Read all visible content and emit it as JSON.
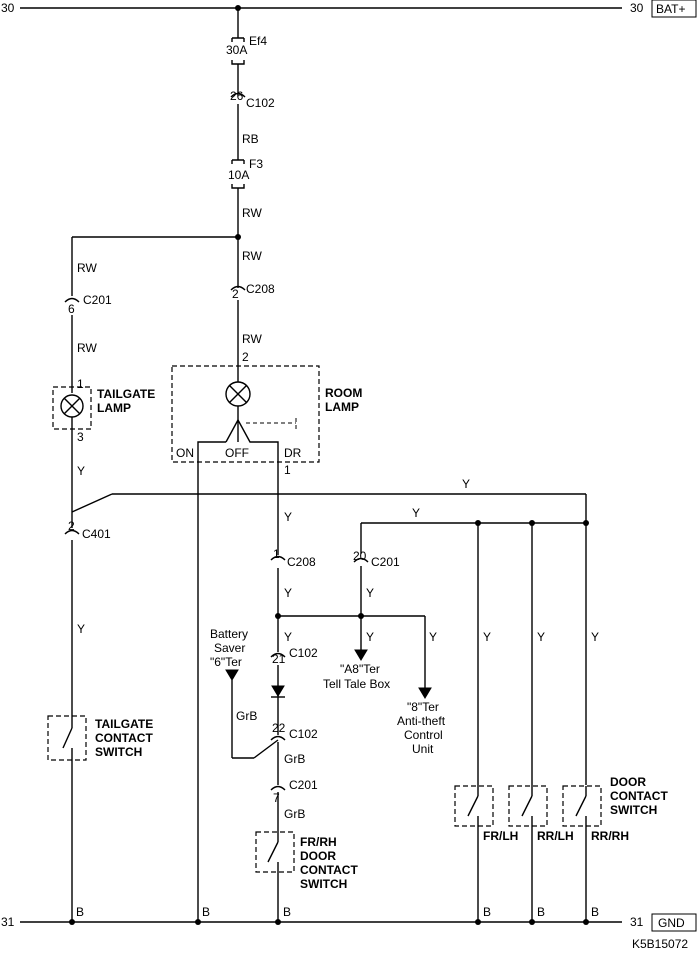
{
  "rails": {
    "top_left_num": "30",
    "top_right_num": "30",
    "top_terminal": "BAT+",
    "bottom_left_num": "31",
    "bottom_right_num": "31",
    "bottom_terminal": "GND"
  },
  "fuses": {
    "ef4": {
      "name": "Ef4",
      "rating": "30A"
    },
    "f3": {
      "name": "F3",
      "rating": "10A"
    }
  },
  "connectors": {
    "c102_top": {
      "pin": "26",
      "name": "C102"
    },
    "c208_top": {
      "pin": "2",
      "name": "C208"
    },
    "c201_left": {
      "pin": "6",
      "name": "C201"
    },
    "c401": {
      "pin": "2",
      "name": "C401"
    },
    "c208_mid": {
      "pin": "1",
      "name": "C208"
    },
    "c201_mid": {
      "pin": "20",
      "name": "C201"
    },
    "c102_21": {
      "pin": "21",
      "name": "C102"
    },
    "c102_22": {
      "pin": "22",
      "name": "C102"
    },
    "c201_7": {
      "pin": "7",
      "name": "C201"
    }
  },
  "wires": {
    "rb": "RB",
    "rw1": "RW",
    "rw2": "RW",
    "rw3": "RW",
    "rw_left1": "RW",
    "rw_left2": "RW",
    "y_left1": "Y",
    "y_left2": "Y",
    "y_top_long": "Y",
    "y_top_short": "Y",
    "y_c208_down": "Y",
    "y_c208_below": "Y",
    "y_c201_20": "Y",
    "y_c102_21": "Y",
    "y_a8": "Y",
    "y_8ter": "Y",
    "y_door1": "Y",
    "y_door2": "Y",
    "y_door3": "Y",
    "grb_saver": "GrB",
    "grb_22": "GrB",
    "grb_7": "GrB",
    "b1": "B",
    "b2": "B",
    "b3": "B",
    "b4": "B",
    "b5": "B",
    "b6": "B"
  },
  "tailgate_lamp": {
    "line1": "TAILGATE",
    "line2": "LAMP",
    "pin_top": "1",
    "pin_bottom": "3"
  },
  "room_lamp": {
    "line1": "ROOM",
    "line2": "LAMP",
    "pin_top": "2",
    "pin_dr": "1",
    "pos_on": "ON",
    "pos_off": "OFF",
    "pos_dr": "DR"
  },
  "tailgate_switch": {
    "line1": "TAILGATE",
    "line2": "CONTACT",
    "line3": "SWITCH"
  },
  "fr_rh_switch": {
    "line1": "FR/RH",
    "line2": "DOOR",
    "line3": "CONTACT",
    "line4": "SWITCH"
  },
  "door_switch": {
    "line1": "DOOR",
    "line2": "CONTACT",
    "line3": "SWITCH",
    "fr_lh": "FR/LH",
    "rr_lh": "RR/LH",
    "rr_rh": "RR/RH"
  },
  "battery_saver": {
    "line1": "Battery",
    "line2": "Saver",
    "line3": "\"6\"Ter"
  },
  "a8_ter": {
    "line1": "\"A8\"Ter",
    "line2": "Tell Tale Box"
  },
  "ter8": {
    "line1": "\"8\"Ter",
    "line2": "Anti-theft",
    "line3": "Control",
    "line4": "Unit"
  },
  "figure_code": "K5B15072"
}
